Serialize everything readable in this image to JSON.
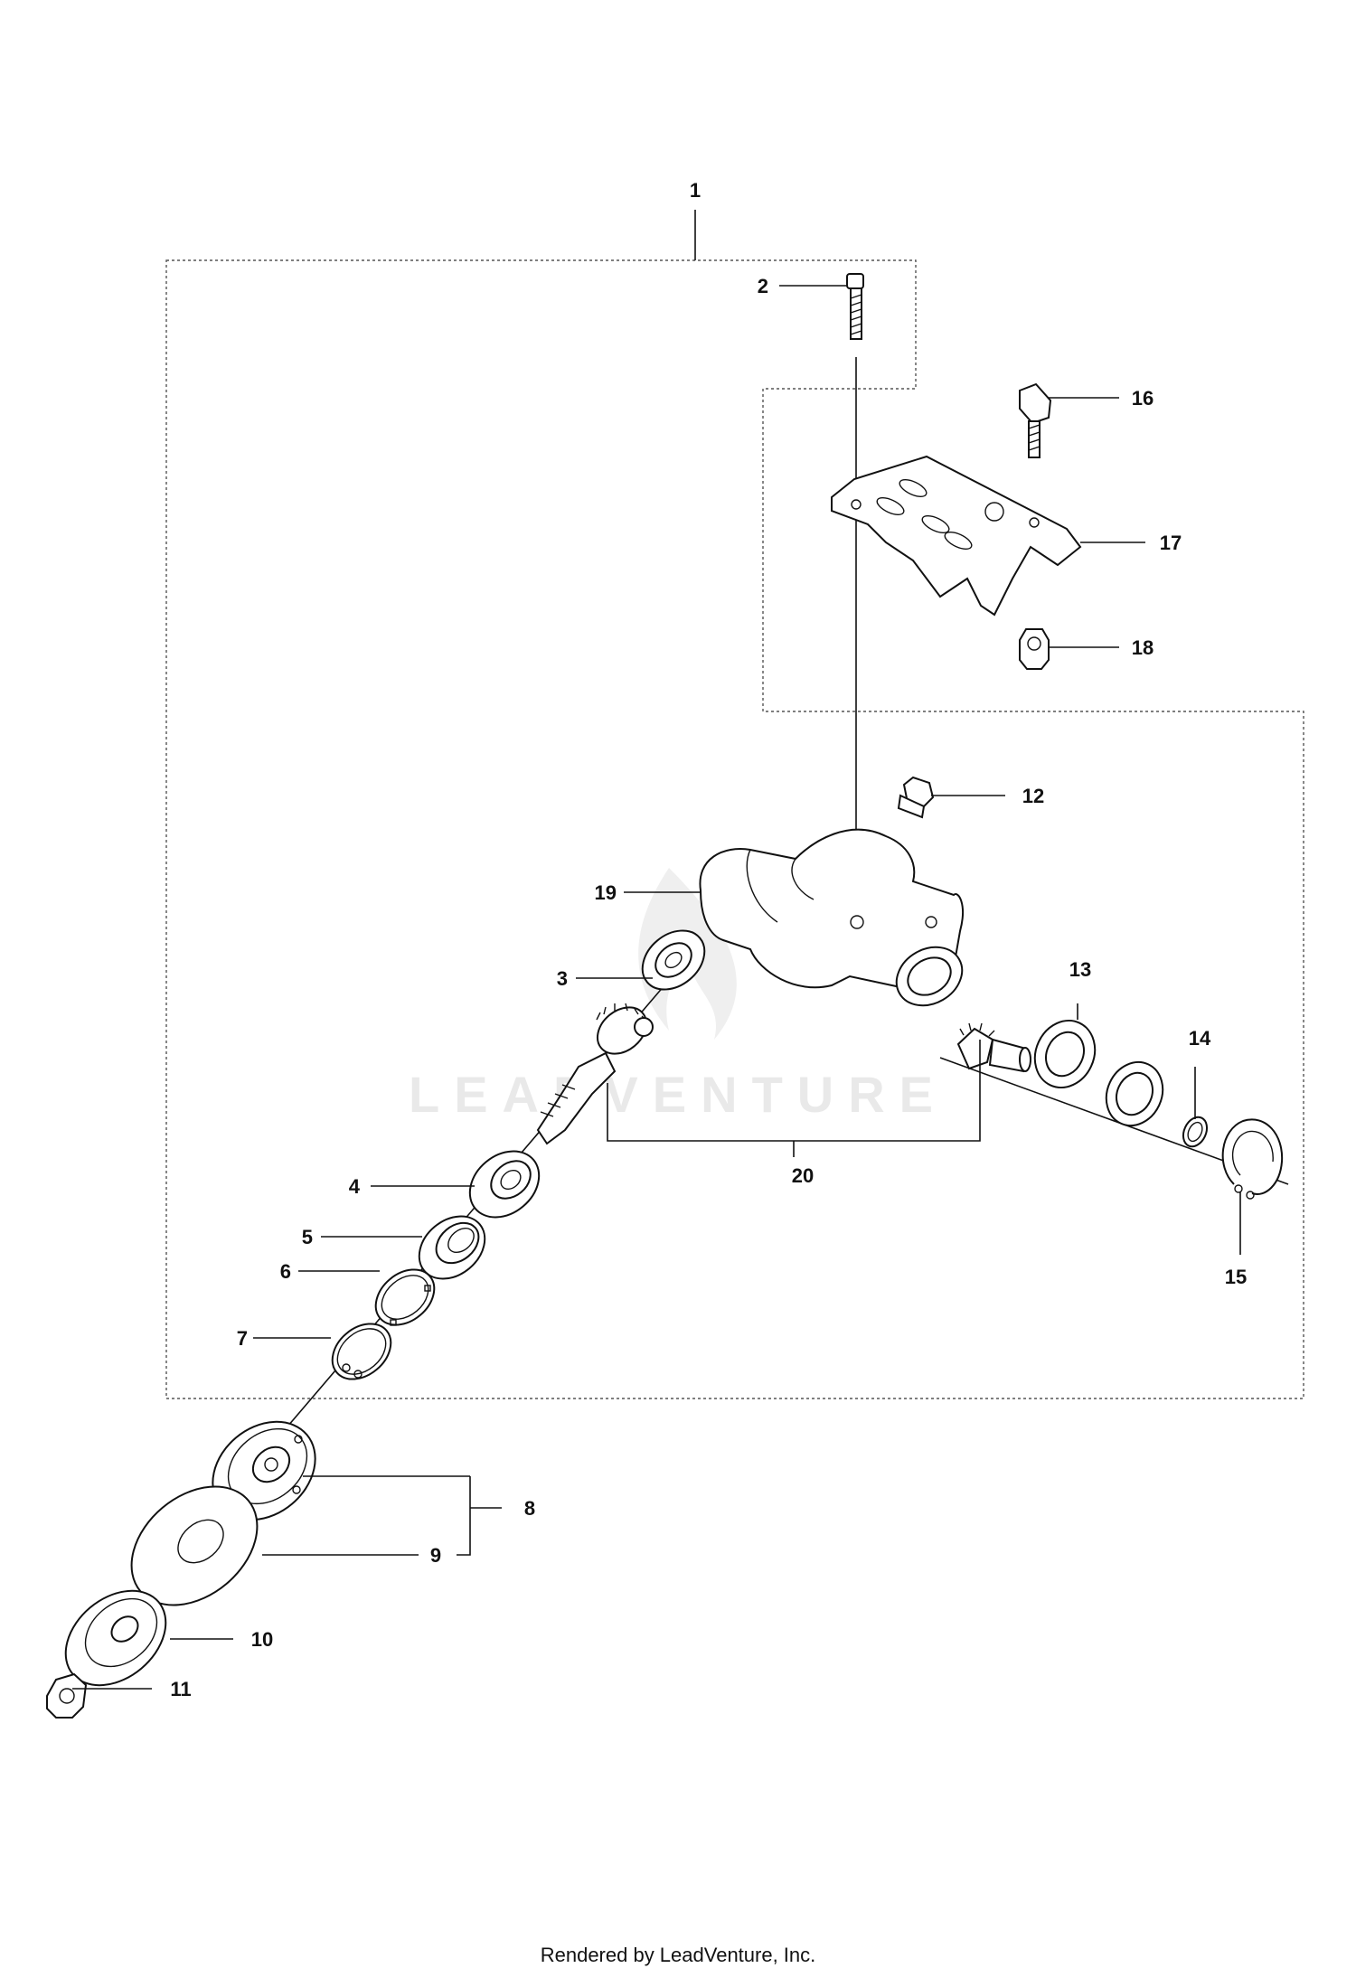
{
  "diagram": {
    "callouts": {
      "c1": "1",
      "c2": "2",
      "c3": "3",
      "c4": "4",
      "c5": "5",
      "c6": "6",
      "c7": "7",
      "c8": "8",
      "c9": "9",
      "c10": "10",
      "c11": "11",
      "c12": "12",
      "c13": "13",
      "c14": "14",
      "c15": "15",
      "c16": "16",
      "c17": "17",
      "c18": "18",
      "c19": "19",
      "c20": "20"
    },
    "watermark": "LEADVENTURE"
  },
  "footer": {
    "text": "Rendered by LeadVenture, Inc."
  }
}
